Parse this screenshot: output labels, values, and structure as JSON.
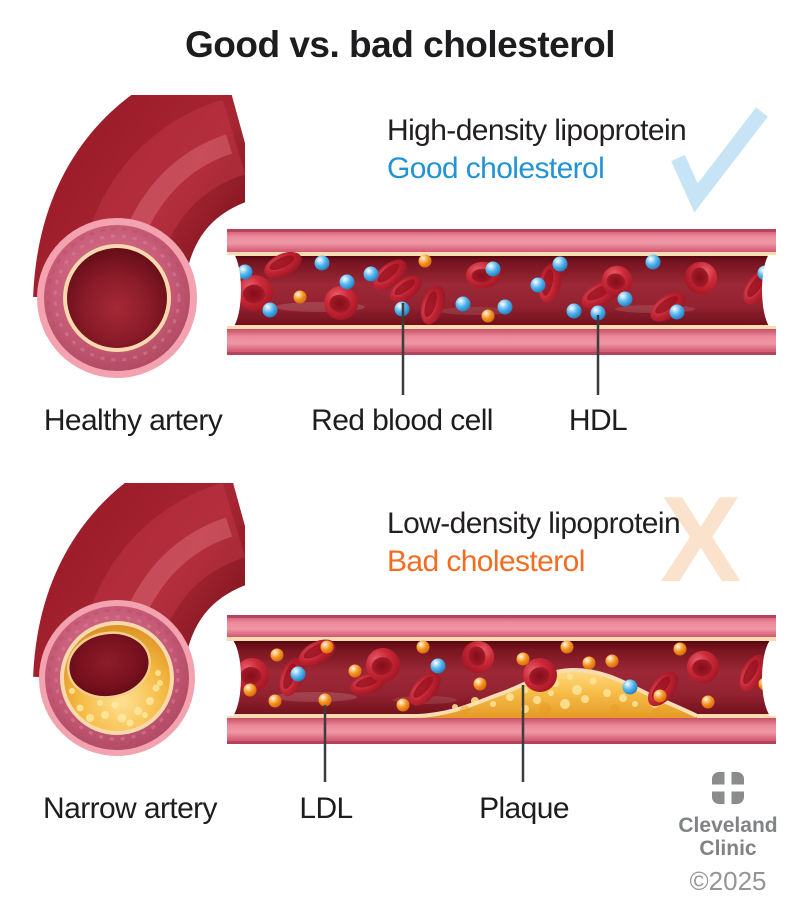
{
  "title": "Good vs. bad cholesterol",
  "good": {
    "heading": "High-density lipoprotein",
    "subheading": "Good cholesterol",
    "labels": {
      "artery": "Healthy artery",
      "cell": "Red blood cell",
      "particle": "HDL"
    }
  },
  "bad": {
    "heading": "Low-density lipoprotein",
    "subheading": "Bad cholesterol",
    "x_glyph": "X",
    "labels": {
      "artery": "Narrow artery",
      "particle": "LDL",
      "plaque": "Plaque"
    }
  },
  "footer": {
    "brand_line1": "Cleveland",
    "brand_line2": "Clinic",
    "copyright": "©2025"
  },
  "colors": {
    "heading_dark": "#231F20",
    "good_blue": "#2293D6",
    "bad_orange": "#F26D21",
    "check_blue": "#C7E3F6",
    "x_peach": "#FBE2CC",
    "brand_gray": "#808285",
    "copyright_gray": "#939598"
  },
  "icons": {
    "approve": "check-icon",
    "reject": "x-icon",
    "brand": "cleveland-clinic-logo"
  }
}
